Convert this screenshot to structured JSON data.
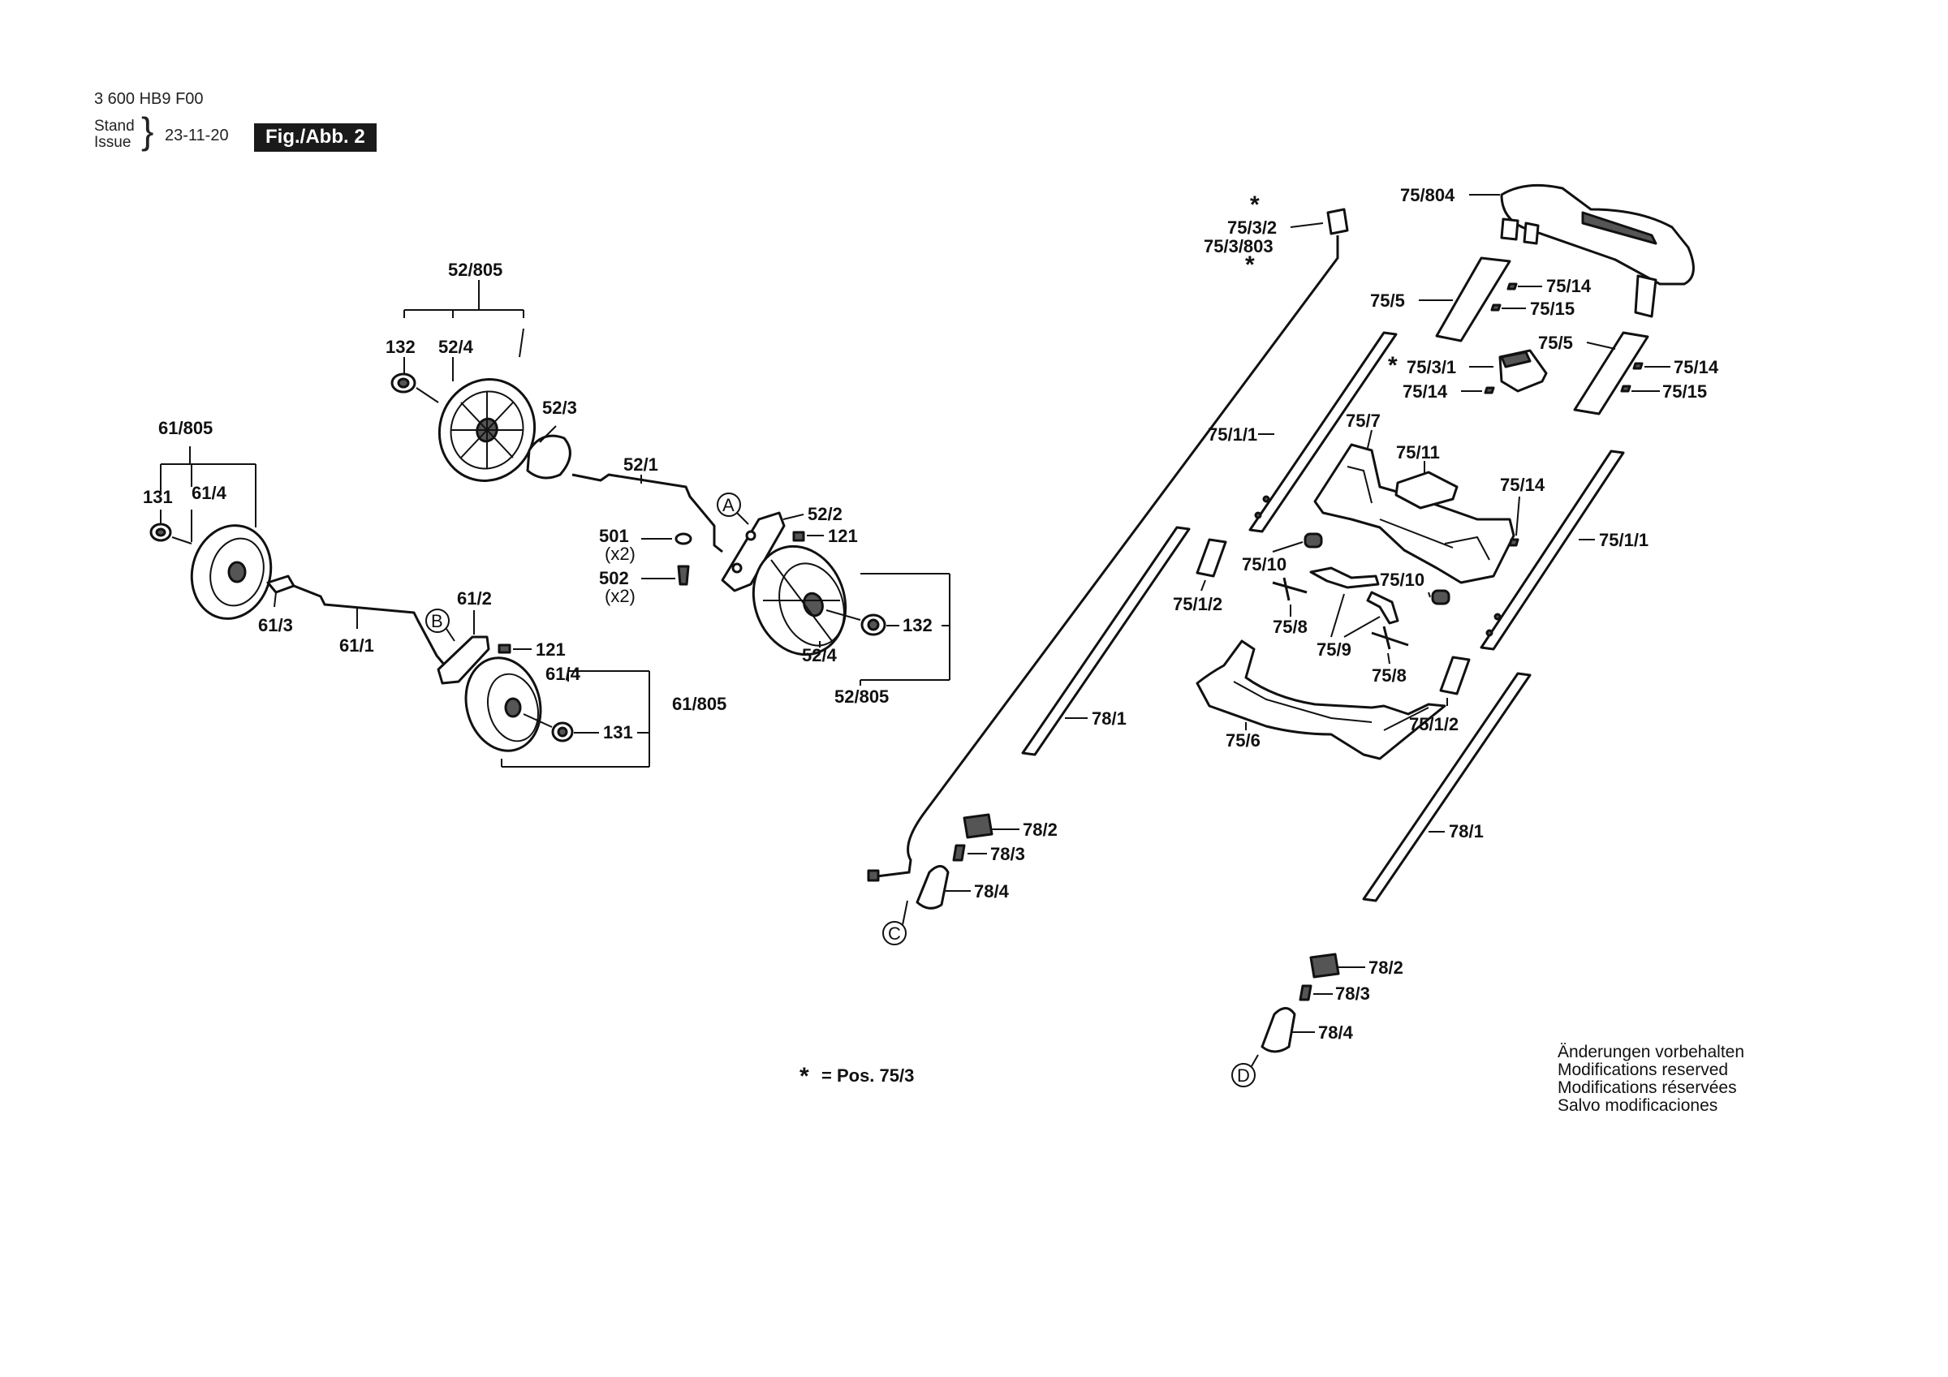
{
  "header": {
    "doc_number": "3 600 HB9 F00",
    "stand": "Stand",
    "issue": "Issue",
    "date": "23-11-20",
    "figure": "Fig./Abb. 2"
  },
  "labels": {
    "p52_805_top": "52/805",
    "p132_top": "132",
    "p52_4_top": "52/4",
    "p52_3": "52/3",
    "p52_1": "52/1",
    "p52_2": "52/2",
    "p121_a": "121",
    "p501": "501",
    "p501_qty": "(x2)",
    "p502": "502",
    "p502_qty": "(x2)",
    "p132_right": "132",
    "p52_4_bottom": "52/4",
    "p52_805_bottom": "52/805",
    "p61_805_top": "61/805",
    "p131_top": "131",
    "p61_4_top": "61/4",
    "p61_3": "61/3",
    "p61_1": "61/1",
    "p61_2": "61/2",
    "p121_b": "121",
    "p61_4_bottom": "61/4",
    "p61_805_right": "61/805",
    "p131_bottom": "131",
    "callout_a": "A",
    "callout_b": "B",
    "callout_c": "C",
    "callout_d": "D",
    "p75_3_2": "75/3/2",
    "p75_3_803": "75/3/803",
    "asterisk": "*",
    "p78_1_left": "78/1",
    "p78_2_left": "78/2",
    "p78_3_left": "78/3",
    "p78_4_left": "78/4",
    "p75_804": "75/804",
    "p75_5_left": "75/5",
    "p75_14_a": "75/14",
    "p75_15_a": "75/15",
    "p75_5_right": "75/5",
    "p75_3_1": "75/3/1",
    "p75_14_b": "75/14",
    "p75_14_c": "75/14",
    "p75_15_b": "75/15",
    "p75_1_1_left": "75/1/1",
    "p75_7": "75/7",
    "p75_11": "75/11",
    "p75_14_d": "75/14",
    "p75_1_1_right": "75/1/1",
    "p75_10_left": "75/10",
    "p75_10_right": "75/10",
    "p75_1_2_left": "75/1/2",
    "p75_8_left": "75/8",
    "p75_9": "75/9",
    "p75_8_right": "75/8",
    "p75_6": "75/6",
    "p75_1_2_right": "75/1/2",
    "p78_1_right": "78/1",
    "p78_2_right": "78/2",
    "p78_3_right": "78/3",
    "p78_4_right": "78/4"
  },
  "legend": {
    "asterisk_note": "= Pos. 75/3"
  },
  "notes": [
    "Änderungen vorbehalten",
    "Modifications reserved",
    "Modifications réservées",
    "Salvo modificaciones"
  ]
}
